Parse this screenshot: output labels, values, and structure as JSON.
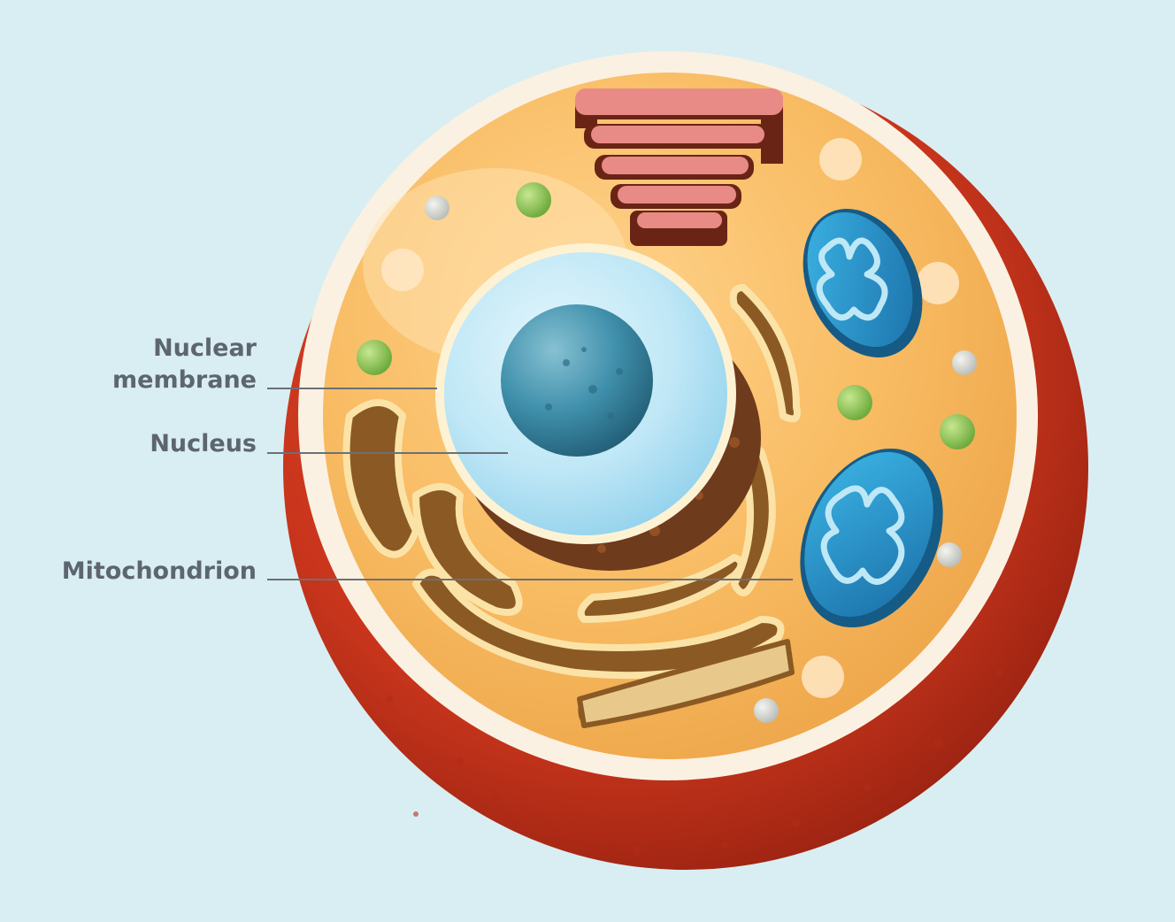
{
  "diagram": {
    "labels": {
      "nuclear_membrane_line1": "Nuclear",
      "nuclear_membrane_line2": "membrane",
      "nucleus": "Nucleus",
      "mitochondrion": "Mitochondrion"
    },
    "colors": {
      "background": "#d9eef2",
      "cell_membrane": "#c8351c",
      "cytoplasm": "#f6b95e",
      "nucleus_membrane": "#c5e9f6",
      "nucleolus": "#3f8fab",
      "golgi": "#e88a86",
      "mitochondrion": "#2aa0d6",
      "endoplasmic_reticulum": "#f2c46e",
      "vesicle": "#8cc44f",
      "leader_line": "#6b7078",
      "label_text": "#5d6570"
    }
  }
}
